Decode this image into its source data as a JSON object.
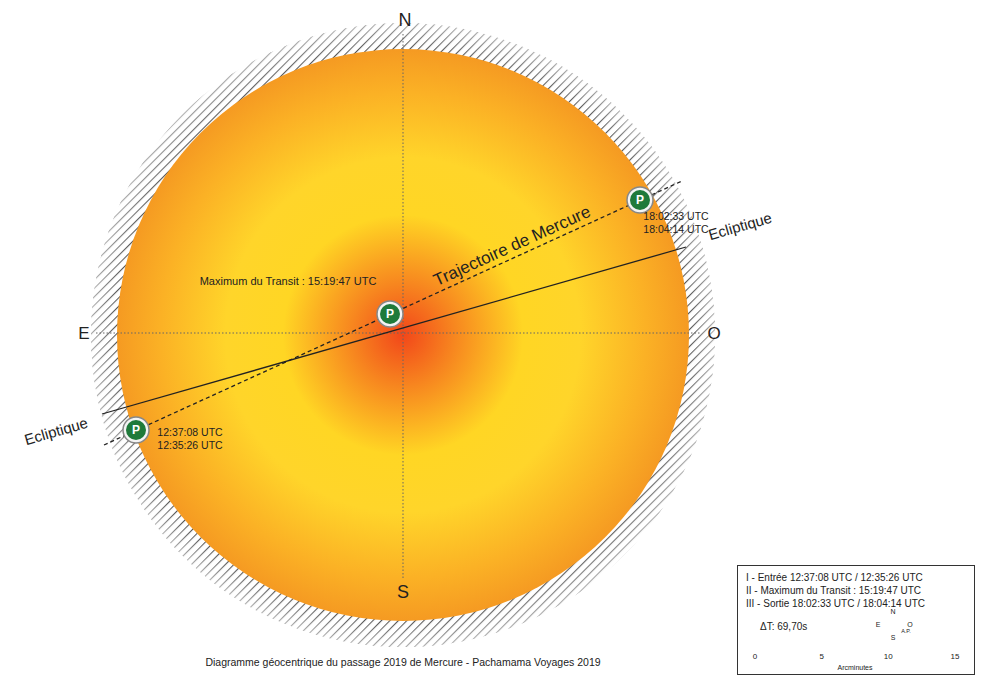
{
  "diagram": {
    "caption": "Diagramme géocentrique du passage 2019 de Mercure - Pachamama Voyages 2019",
    "nodes": [
      {
        "text": [
          "I - Entrée 12:37:08 UTC / 12:35:26 UTC",
          "II - Maximum du Transit : 15:19:47 UTC",
          "III - Sortie 18:02:33 UTC / 18:04:14 UTC",
          "ΔT: 69,70s"
        ]
      }
    ],
    "labels": [
      "N",
      "S",
      "E",
      "O",
      "Trajectoire de Mercure",
      "Ecliptique",
      "Ecliptique",
      "Maximum du Transit : 15:19:47 UTC",
      "18:02:33 UTC",
      "18:04:14 UTC",
      "12:37:08 UTC",
      "12:35:26 UTC",
      "P",
      "P",
      "P",
      "N",
      "E",
      "O",
      "S",
      "A.P.",
      "0",
      "5",
      "10",
      "15",
      "Arcminutes"
    ]
  }
}
